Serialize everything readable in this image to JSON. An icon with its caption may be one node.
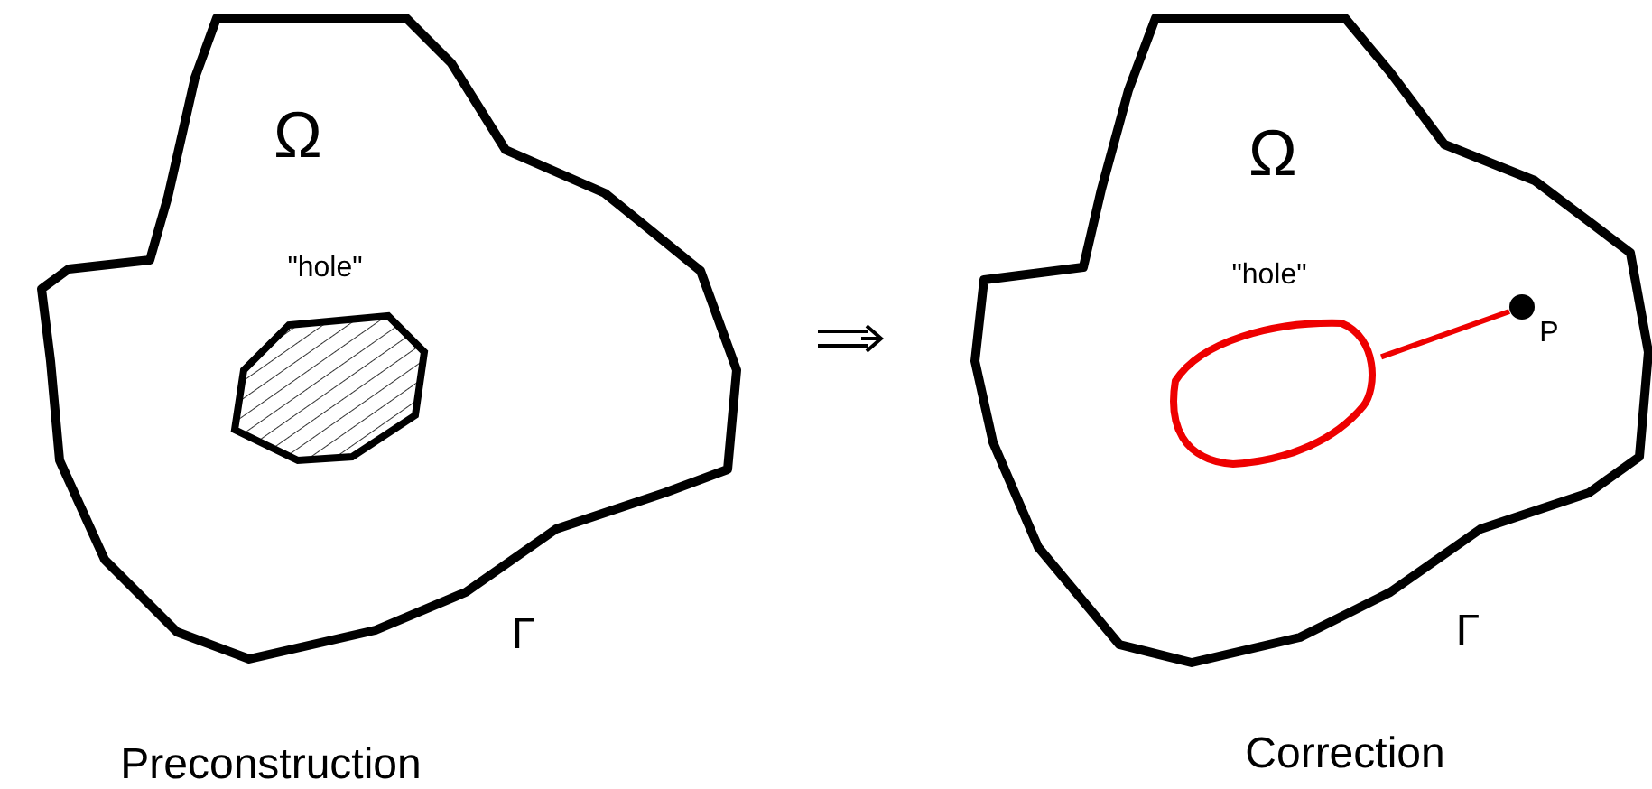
{
  "diagram": {
    "nodes": [
      {
        "text": [
          "Ω",
          "\"hole\""
        ],
        "beside": [
          "Γ"
        ]
      },
      {
        "text": [
          "Ω",
          "\"hole\""
        ],
        "beside": [
          "Γ"
        ]
      },
      {
        "text": [],
        "shape": "circle",
        "in": 1
      },
      {
        "text": [],
        "shape": "circle",
        "in": 1,
        "beside": [
          "P"
        ]
      }
    ],
    "edges": [
      {
        "from": 0,
        "to": 1,
        "arrow": "to"
      },
      {
        "from": 2,
        "to": 3,
        "arrow": "none",
        "color": "#ee0000"
      }
    ],
    "labels": [
      "Preconstruction",
      "Correction"
    ]
  }
}
